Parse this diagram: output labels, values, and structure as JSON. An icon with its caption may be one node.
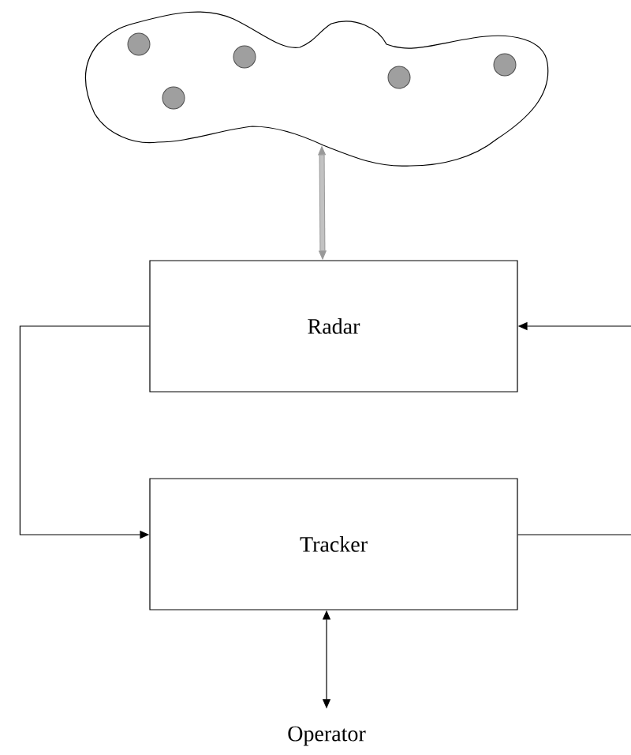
{
  "diagram": {
    "nodes": [
      {
        "text": [],
        "shape": "cloud"
      },
      {
        "text": [
          "Radar"
        ]
      },
      {
        "text": [
          "Tracker"
        ]
      },
      {
        "text": [
          "Operator"
        ]
      }
    ],
    "edges": [
      {
        "from": 0,
        "to": 1,
        "arrow": "both",
        "style": "thick",
        "color": "#999999"
      },
      {
        "from": 1,
        "to": 2,
        "arrow": "to"
      },
      {
        "from": null,
        "to": 1,
        "arrow": "to"
      },
      {
        "from": 2,
        "to": null,
        "arrow": "none"
      },
      {
        "from": 2,
        "to": 3,
        "arrow": "both"
      }
    ]
  }
}
